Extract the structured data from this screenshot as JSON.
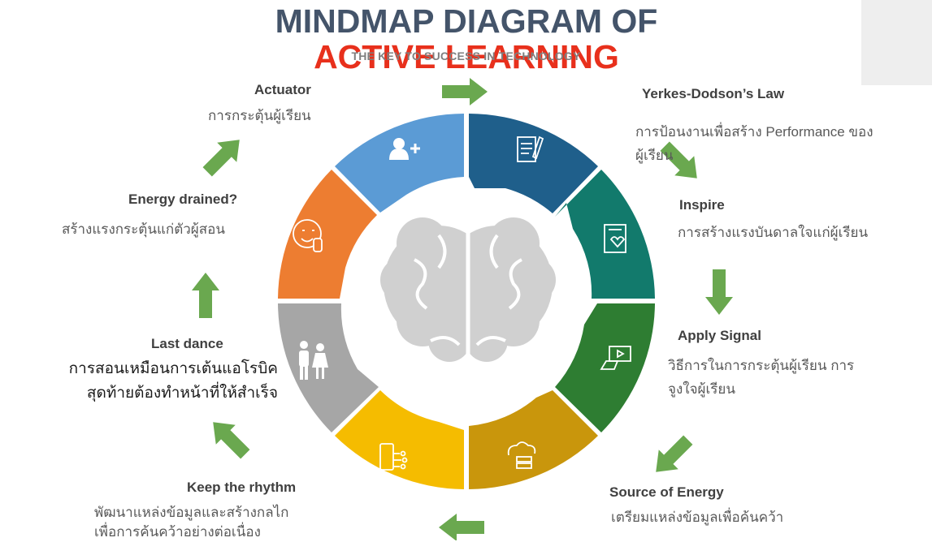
{
  "title": {
    "part1": "MINDMAP DIAGRAM OF ",
    "accent": "ACTIVE LEARNING"
  },
  "subtitle": "THE KEY TO SUCCESS IN TECHNOLOGY",
  "colors": {
    "title": "#44546a",
    "accent": "#e8301c",
    "arrow": "#6aa84f",
    "brain": "#d0d0d0"
  },
  "nodes": [
    {
      "id": "yerkes",
      "label": "Yerkes-Dodson’s Law",
      "description": "การป้อนงานเพื่อสร้าง Performance ของผู้เรียน",
      "color": "#1f5f8b",
      "icon": "document-edit-icon"
    },
    {
      "id": "inspire",
      "label": "Inspire",
      "description": "การสร้างแรงบันดาลใจแก่ผู้เรียน",
      "color": "#127a6c",
      "icon": "inspiration-card-icon"
    },
    {
      "id": "apply",
      "label": "Apply Signal",
      "description": "วิธีการในการกระตุ้นผู้เรียน การจูงใจผู้เรียน",
      "color": "#2e7d32",
      "icon": "video-screen-icon"
    },
    {
      "id": "source",
      "label": "Source of Energy",
      "description": "เตรียมแหล่งข้อมูลเพื่อค้นคว้า",
      "color": "#c9960c",
      "icon": "cloud-server-icon"
    },
    {
      "id": "rhythm",
      "label": "Keep the rhythm",
      "description": "พัฒนาแหล่งข้อมูลและสร้างกลไกเพื่อการค้นคว้าอย่างต่อเนื่อง",
      "color": "#f5bc00",
      "icon": "mobile-network-icon"
    },
    {
      "id": "lastdance",
      "label": "Last dance",
      "description": "การสอนเหมือนการเต้นแอโรบิคสุดท้ายต้องทำหน้าที่ให้สำเร็จ",
      "color": "#a6a6a6",
      "icon": "people-icon"
    },
    {
      "id": "energy",
      "label": "Energy drained?",
      "description": "สร้างแรงกระตุ้นแก่ตัวผู้สอน",
      "color": "#ed7d31",
      "icon": "smile-hand-icon"
    },
    {
      "id": "actuator",
      "label": "Actuator",
      "description": "การกระตุ้นผู้เรียน",
      "color": "#5b9bd5",
      "icon": "add-user-icon"
    }
  ],
  "desc_lines": {
    "yerkes": [
      "การป้อนงานเพื่อสร้าง Performance ของ",
      "ผู้เรียน"
    ],
    "apply": [
      "วิธีการในการกระตุ้นผู้เรียน การ",
      "จูงใจผู้เรียน"
    ],
    "rhythm": [
      "พัฒนาแหล่งข้อมูลและสร้างกลไก",
      "เพื่อการค้นคว้าอย่างต่อเนื่อง"
    ],
    "lastdance": [
      "การสอนเหมือนการเต้นแอโรบิค",
      "สุดท้ายต้องทำหน้าที่ให้สำเร็จ"
    ]
  }
}
